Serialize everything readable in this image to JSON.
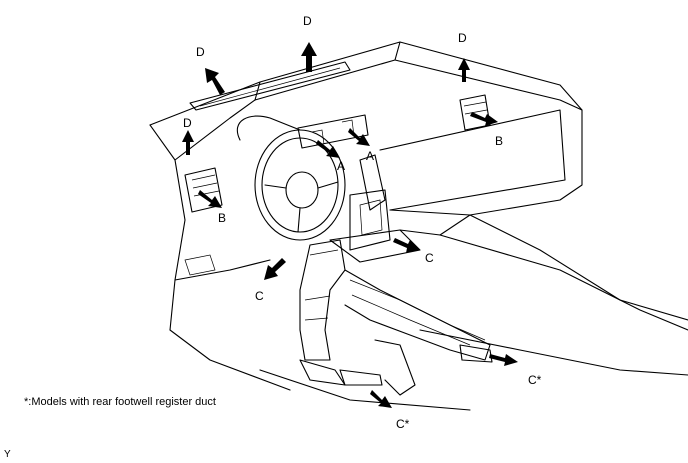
{
  "labels": {
    "d1": "D",
    "d2": "D",
    "d3": "D",
    "d4": "D",
    "a1": "A",
    "a2": "A",
    "b1": "B",
    "b2": "B",
    "c1": "C",
    "c2": "C",
    "c3": "C*",
    "c4": "C*"
  },
  "note": "*:Models with rear footwell register duct",
  "figure_code": "Y"
}
